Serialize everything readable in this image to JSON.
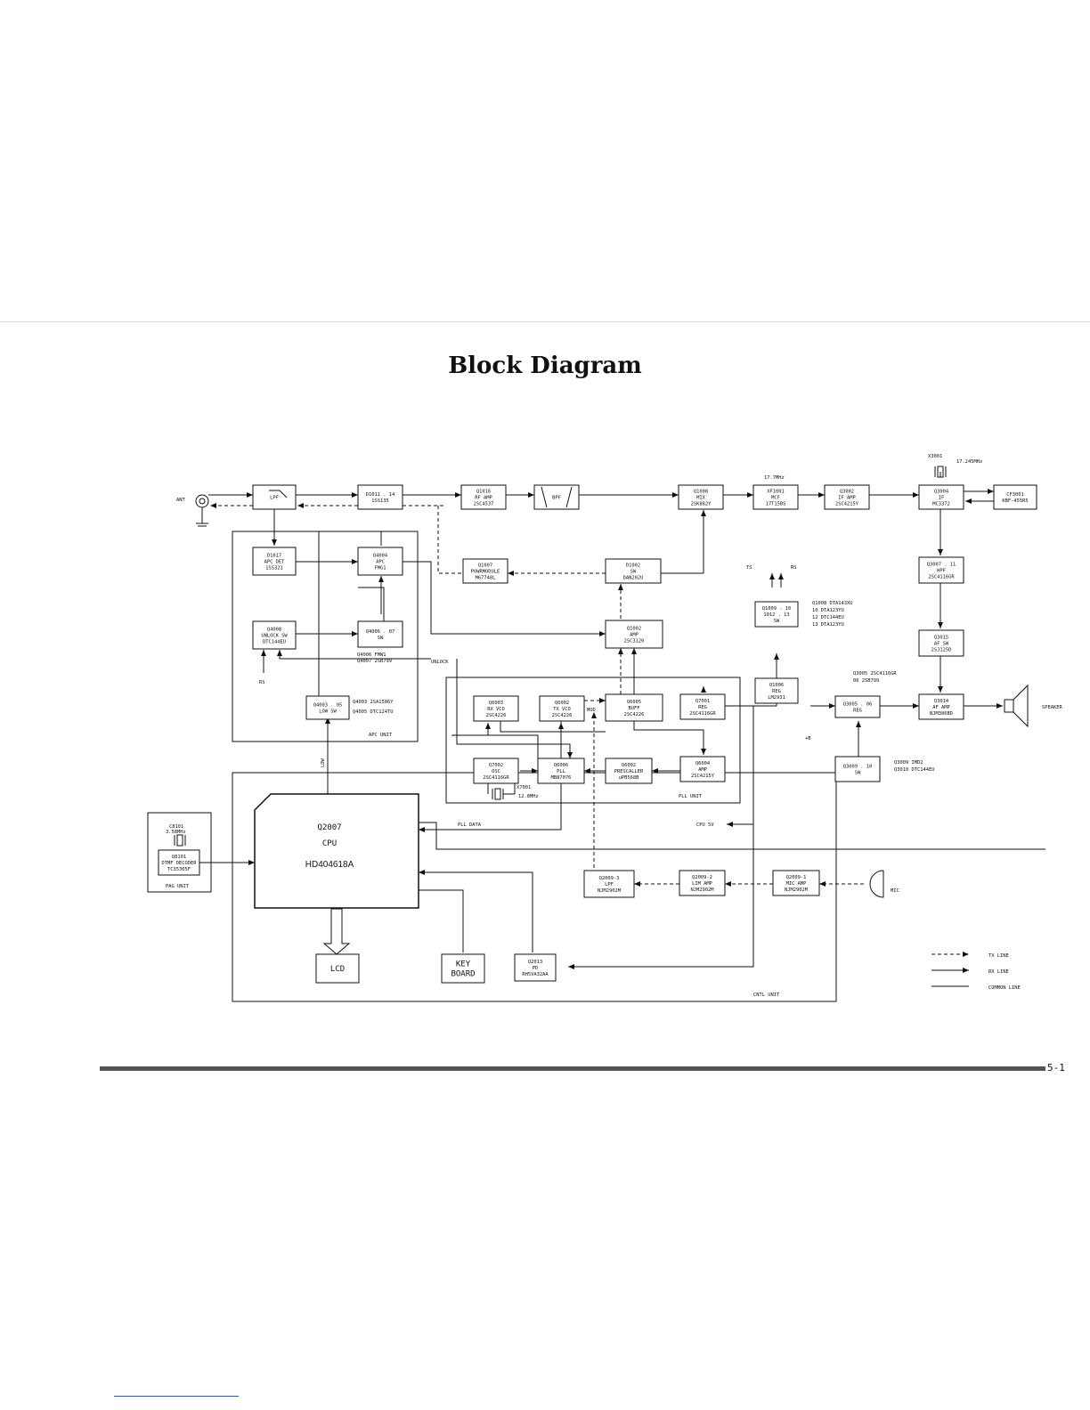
{
  "page": {
    "title": "Block Diagram",
    "page_number": "5-1"
  },
  "blocks": {
    "lpf": [
      "LPF"
    ],
    "d1011": [
      "D1011 . 14",
      "1SS135"
    ],
    "q1016": [
      "Q1016",
      "RF AMP",
      "2SC4537"
    ],
    "bpf": [
      "BPF"
    ],
    "q1008mix": [
      "Q1008",
      "MIX",
      "2SK882Y"
    ],
    "xf1001": [
      "XF1001",
      "MCF",
      "17T15BS"
    ],
    "q3002": [
      "Q3002",
      "IF AMP",
      "2SC4215Y"
    ],
    "q3004": [
      "Q3004",
      "IF",
      "MC3372"
    ],
    "cf3001": [
      "CF3001",
      "KBF-455R5"
    ],
    "d1017": [
      "D1017",
      "APC DET",
      "1SS321"
    ],
    "q4004": [
      "Q4004",
      "APC",
      "FMG1"
    ],
    "q1007": [
      "Q1007",
      "POWRMODULE",
      "M67748L"
    ],
    "d1002": [
      "D1002",
      "SW",
      "DAN202U"
    ],
    "q3007": [
      "Q3007 . 11",
      "HPF",
      "2SC4116GR"
    ],
    "q4008": [
      "Q4008",
      "UNLOCK SW",
      "DTC144EU"
    ],
    "q4006": [
      "Q4006 . 07",
      "SW"
    ],
    "q1002": [
      "Q1002",
      "AMP",
      "2SC3120"
    ],
    "q1009": [
      "Q1009 . 10",
      "1012 . 13",
      "SW"
    ],
    "q3015": [
      "Q3015",
      "AF SW",
      "2SJ125D"
    ],
    "q1006": [
      "Q1006",
      "REG",
      "LM2931"
    ],
    "q4003": [
      "Q4003 . 05",
      "LOW SW"
    ],
    "q6003": [
      "Q6003",
      "RX VCO",
      "2SC4226"
    ],
    "q6002": [
      "Q6002",
      "TX VCO",
      "2SC4226"
    ],
    "q6005": [
      "Q6005",
      "BUFF",
      "2SC4226"
    ],
    "q7001": [
      "Q7001",
      "REG",
      "2SC4116GR"
    ],
    "q3005": [
      "Q3005 . 06",
      "REG"
    ],
    "q3014": [
      "Q3014",
      "AF AMP",
      "NJM386BD"
    ],
    "q7002": [
      "Q7002",
      "OSC",
      "2SC4116GR"
    ],
    "q6006": [
      "Q6006",
      "PLL",
      "MB87076"
    ],
    "q6002p": [
      "Q6002",
      "PRESCALLER",
      "uPB568B"
    ],
    "q6004": [
      "Q6004",
      "AMP",
      "2SC4215Y"
    ],
    "q3009": [
      "Q3009 . 10",
      "SW"
    ],
    "q8101": [
      "Q8101",
      "DTMF DECODER",
      "TC35305F"
    ],
    "q2009_3": [
      "Q2009-3",
      "LPF",
      "NJM2902M"
    ],
    "q2009_2": [
      "Q2009-2",
      "LIM AMP",
      "NJM2902M"
    ],
    "q2009_1": [
      "Q2009-1",
      "MIC AMP",
      "NJM2902M"
    ],
    "lcd": [
      "LCD"
    ],
    "keyboard": [
      "KEY",
      "BOARD"
    ],
    "q2013": [
      "Q2013",
      "PD",
      "RH5VA32AA"
    ],
    "cpu": [
      "Q2007",
      "CPU",
      "HD404618A"
    ]
  },
  "labels": {
    "ant": "ANT",
    "mhz177": "17.7MHz",
    "x3001": "X3001",
    "mhz17245": "17.245MHz",
    "ts": "TS",
    "rs": "RS",
    "rs2": "RS",
    "unlock": "UNLOCK",
    "q4006_note1": "Q4006  FMW1",
    "q4006_note2": "Q4007  2SB799",
    "q4003_note1": "Q4003  2SA1586Y",
    "q4005_note": "Q4005  DTC124TU",
    "apc_unit": "APC UNIT",
    "pll_unit": "PLL UNIT",
    "cntl_unit": "CNTL UNIT",
    "pag_unit": "PAG UNIT",
    "mod": "MOD",
    "x7001": "X7001",
    "mhz128": "12.8MHz",
    "pll_data": "PLL DATA",
    "cpu5v": "CPU 5V",
    "plus_b": "+B",
    "low": "LOW",
    "c8101a": "C8101",
    "c8101b": "3.58MHz",
    "speaker": "SPEAKER",
    "mic": "MIC",
    "q1008_list": [
      "Q1008   DTA143XU",
      "10   DTA123YU",
      "12   DTC144EU",
      "13   DTA123YU"
    ],
    "q3005_list": [
      "Q3005   2SC4116GR",
      "06   2SB799"
    ],
    "q3009_list": [
      "Q3009    IMD2",
      "Q3010    DTC144EU"
    ]
  },
  "legend": {
    "tx": "TX LINE",
    "rx": "RX LINE",
    "common": "COMMON LINE"
  }
}
